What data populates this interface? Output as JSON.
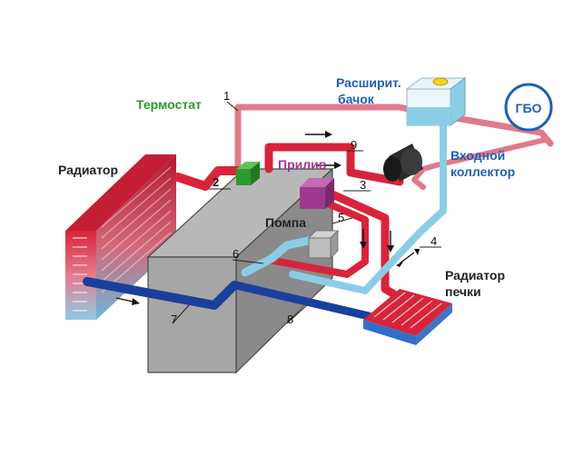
{
  "labels": {
    "radiator": "Радиатор",
    "thermostat": "Термостат",
    "expansion_tank_line1": "Расширит.",
    "expansion_tank_line2": "бачок",
    "gbo": "ГБО",
    "intake_line1": "Входной",
    "intake_line2": "коллектор",
    "inflow": "Прилив",
    "pump": "Помпа",
    "heater_line1": "Радиатор",
    "heater_line2": "печки"
  },
  "numbers": [
    "1",
    "2",
    "3",
    "4",
    "5",
    "6",
    "7",
    "8",
    "9"
  ],
  "colors": {
    "hot": "#d8243a",
    "hot_light": "#e07a8a",
    "cold": "#1b3f9c",
    "cool": "#8ccde6",
    "engine": "#a6a6a6",
    "thermostat": "#2c9a2c",
    "inflow": "#9e3a8e",
    "label_blue": "#1f5fb0",
    "label_black": "#222222"
  },
  "icons": [
    "arrow-icon",
    "gbo-circle-icon",
    "intake-manifold-icon"
  ]
}
